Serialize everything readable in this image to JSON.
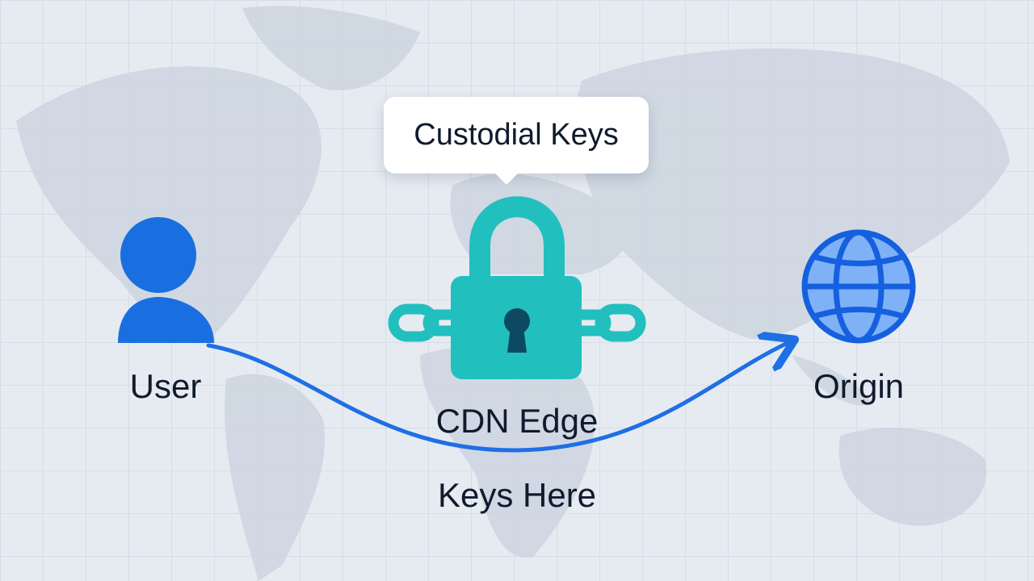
{
  "callout": {
    "text": "Custodial Keys"
  },
  "nodes": {
    "user": {
      "label": "User",
      "icon": "user-icon"
    },
    "edge": {
      "label": "CDN Edge",
      "sublabel": "Keys Here",
      "icon": "padlock-with-chain-icon"
    },
    "origin": {
      "label": "Origin",
      "icon": "globe-icon"
    }
  },
  "colors": {
    "user": "#1a6fe0",
    "lock": "#22bfbf",
    "keyhole": "#0d4a62",
    "globe_fill": "#7fb1f7",
    "globe_stroke": "#1560df",
    "arrow": "#1f6fe5",
    "background": "#e6ebf1"
  }
}
